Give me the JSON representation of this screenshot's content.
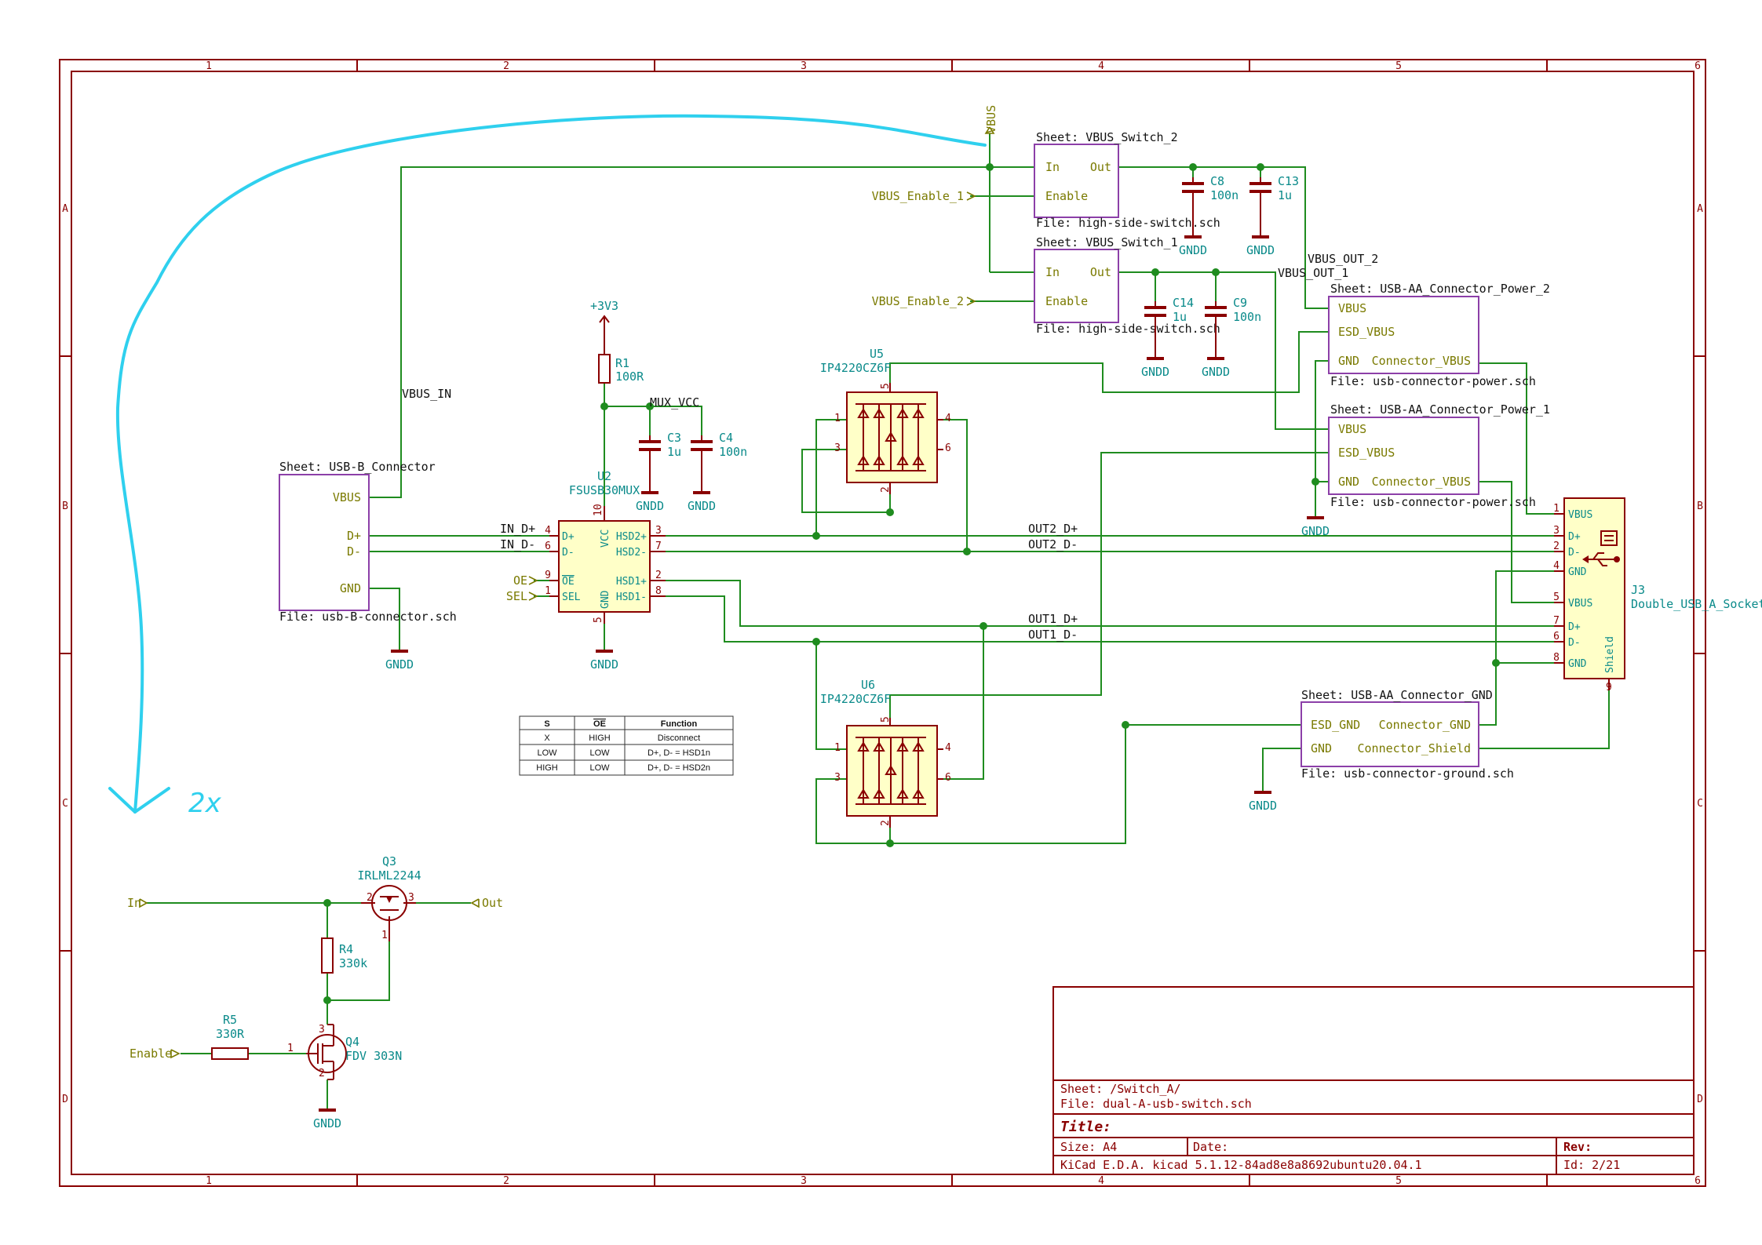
{
  "frame": {
    "columns": [
      "1",
      "2",
      "3",
      "4",
      "5",
      "6"
    ],
    "rows": [
      "A",
      "B",
      "C",
      "D"
    ]
  },
  "title_block": {
    "sheet": "Sheet: /Switch_A/",
    "file": "File: dual-A-usb-switch.sch",
    "title": "Title:",
    "size": "Size: A4",
    "date": "Date:",
    "rev": "Rev:",
    "tool": "KiCad E.D.A.  kicad 5.1.12-84ad8e8a8692ubuntu20.04.1",
    "id": "Id: 2/21"
  },
  "sheets": {
    "usb_b": {
      "name": "Sheet: USB-B_Connector",
      "file": "File: usb-B-connector.sch",
      "pins": [
        "VBUS",
        "D+",
        "D-",
        "GND"
      ]
    },
    "vbus_sw2": {
      "name": "Sheet: VBUS_Switch_2",
      "file": "File: high-side-switch.sch",
      "pins": [
        "In",
        "Enable",
        "Out"
      ]
    },
    "vbus_sw1": {
      "name": "Sheet: VBUS_Switch_1",
      "file": "File: high-side-switch.sch",
      "pins": [
        "In",
        "Enable",
        "Out"
      ]
    },
    "pwr2": {
      "name": "Sheet: USB-AA_Connector_Power_2",
      "file": "File: usb-connector-power.sch",
      "pins": [
        "VBUS",
        "ESD_VBUS",
        "GND",
        "Connector_VBUS"
      ]
    },
    "pwr1": {
      "name": "Sheet: USB-AA_Connector_Power_1",
      "file": "File: usb-connector-power.sch",
      "pins": [
        "VBUS",
        "ESD_VBUS",
        "GND",
        "Connector_VBUS"
      ]
    },
    "gndsheet": {
      "name": "Sheet: USB-AA_Connector_GND",
      "file": "File: usb-connector-ground.sch",
      "pins": [
        "ESD_GND",
        "GND",
        "Connector_GND",
        "Connector_Shield"
      ]
    }
  },
  "labels": {
    "vbus_top": "VBUS",
    "vbus_in": "VBUS_IN",
    "vbus_out_2": "VBUS_OUT_2",
    "vbus_out_1": "VBUS_OUT_1",
    "vbus_enable_1": "VBUS_Enable_1",
    "vbus_enable_2": "VBUS_Enable_2",
    "mux_vcc": "MUX_VCC",
    "in_dp": "IN_D+",
    "in_dm": "IN_D-",
    "oe": "OE",
    "sel": "SEL",
    "out2_dp": "OUT2_D+",
    "out2_dm": "OUT2_D-",
    "out1_dp": "OUT1_D+",
    "out1_dm": "OUT1_D-",
    "in": "In",
    "out": "Out",
    "enable": "Enable",
    "gndd": "GNDD",
    "p3v3": "+3V3"
  },
  "components": {
    "R1": {
      "ref": "R1",
      "value": "100R"
    },
    "C3": {
      "ref": "C3",
      "value": "1u"
    },
    "C4": {
      "ref": "C4",
      "value": "100n"
    },
    "C8": {
      "ref": "C8",
      "value": "100n"
    },
    "C13": {
      "ref": "C13",
      "value": "1u"
    },
    "C14": {
      "ref": "C14",
      "value": "1u"
    },
    "C9": {
      "ref": "C9",
      "value": "100n"
    },
    "U2": {
      "ref": "U2",
      "value": "FSUSB30MUX",
      "pins": {
        "dp": "D+",
        "dm": "D-",
        "oe": "OE",
        "sel": "SEL",
        "vcc": "VCC",
        "gnd": "GND",
        "hsd2p": "HSD2+",
        "hsd2m": "HSD2-",
        "hsd1p": "HSD1+",
        "hsd1m": "HSD1-"
      }
    },
    "U5": {
      "ref": "U5",
      "value": "IP4220CZ6F"
    },
    "U6": {
      "ref": "U6",
      "value": "IP4220CZ6F"
    },
    "J3": {
      "ref": "J3",
      "value": "Double_USB_A_Socket",
      "pins": [
        "VBUS",
        "D+",
        "D-",
        "GND",
        "VBUS",
        "D+",
        "D-",
        "GND",
        "Shield"
      ]
    },
    "Q3": {
      "ref": "Q3",
      "value": "IRLML2244"
    },
    "Q4": {
      "ref": "Q4",
      "value": "FDV 303N"
    },
    "R4": {
      "ref": "R4",
      "value": "330k"
    },
    "R5": {
      "ref": "R5",
      "value": "330R"
    }
  },
  "truth_table": {
    "headers": [
      "S",
      "OE",
      "Function"
    ],
    "rows": [
      [
        "X",
        "HIGH",
        "Disconnect"
      ],
      [
        "LOW",
        "LOW",
        "D+, D- = HSD1n"
      ],
      [
        "HIGH",
        "LOW",
        "D+, D- = HSD2n"
      ]
    ]
  },
  "annotation": {
    "text": "2x",
    "color": "#2fd0ee"
  }
}
